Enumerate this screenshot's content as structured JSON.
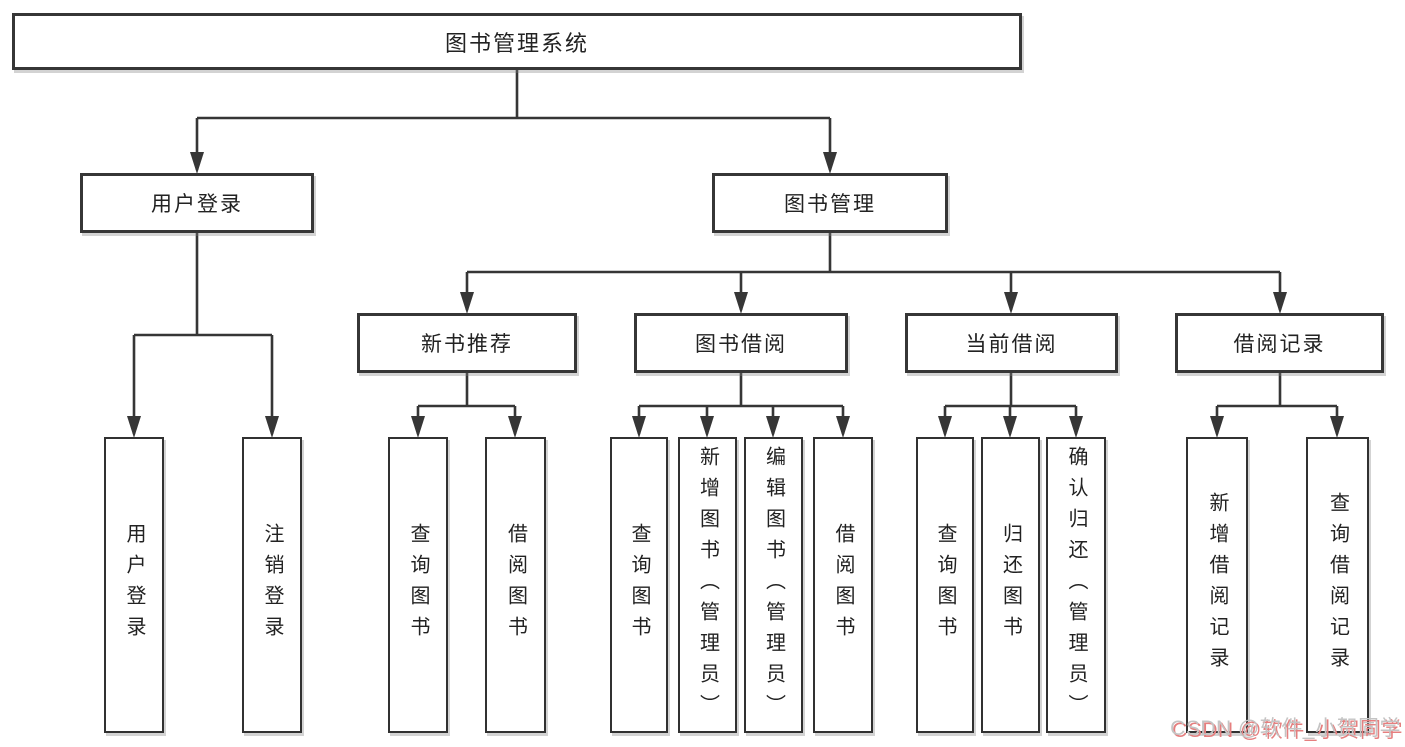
{
  "tree": {
    "root": {
      "label": "图书管理系统",
      "children": [
        {
          "label": "用户登录",
          "children": [
            {
              "label": "用户登录"
            },
            {
              "label": "注销登录"
            }
          ]
        },
        {
          "label": "图书管理",
          "children": [
            {
              "label": "新书推荐",
              "children": [
                {
                  "label": "查询图书"
                },
                {
                  "label": "借阅图书"
                }
              ]
            },
            {
              "label": "图书借阅",
              "children": [
                {
                  "label": "查询图书"
                },
                {
                  "label": "新增图书（管理员）"
                },
                {
                  "label": "编辑图书（管理员）"
                },
                {
                  "label": "借阅图书"
                }
              ]
            },
            {
              "label": "当前借阅",
              "children": [
                {
                  "label": "查询图书"
                },
                {
                  "label": "归还图书"
                },
                {
                  "label": "确认归还（管理员）"
                }
              ]
            },
            {
              "label": "借阅记录",
              "children": [
                {
                  "label": "新增借阅记录"
                },
                {
                  "label": "查询借阅记录"
                }
              ]
            }
          ]
        }
      ]
    }
  },
  "watermark": {
    "text": "CSDN @软件_小贺同学"
  },
  "colors": {
    "background": "#ffffff",
    "line": "#363636",
    "box_border": "#363636",
    "text": "#222222",
    "watermark_text": "#c4c4c4",
    "watermark_shadow": "#e57f7f"
  }
}
